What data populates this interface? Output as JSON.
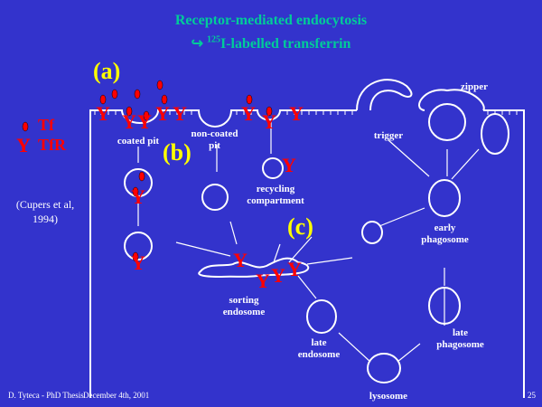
{
  "title": {
    "line1": "Receptor-mediated endocytosis",
    "arrow": "↪",
    "sup": "125",
    "line2": "I-labelled transferrin"
  },
  "labels": {
    "a": "(a)",
    "b": "(b)",
    "c": "(c)"
  },
  "legend": {
    "tf": "Tf",
    "tfr": "TfR",
    "y": "Y"
  },
  "citation": {
    "line1": "(Cupers et al,",
    "line2": "1994)"
  },
  "diagram": {
    "coated_pit": "coated pit",
    "non_coated_pit": [
      "non-coated",
      "pit"
    ],
    "recycling": [
      "recycling",
      "compartment"
    ],
    "sorting": [
      "sorting",
      "endosome"
    ],
    "late_endosome": [
      "late",
      "endosome"
    ],
    "lysosome": "lysosome",
    "trigger": "trigger",
    "zipper": "zipper",
    "early_phagosome": [
      "early",
      "phagosome"
    ],
    "late_phagosome": [
      "late",
      "phagosome"
    ]
  },
  "footer": {
    "author": "D. Tyteca - PhD Thesis",
    "date": "December 4th, 2001",
    "page": "25"
  },
  "colors": {
    "background": "#3333cc",
    "title": "#00cc99",
    "label": "#ffff00",
    "receptor": "#ff0000"
  }
}
